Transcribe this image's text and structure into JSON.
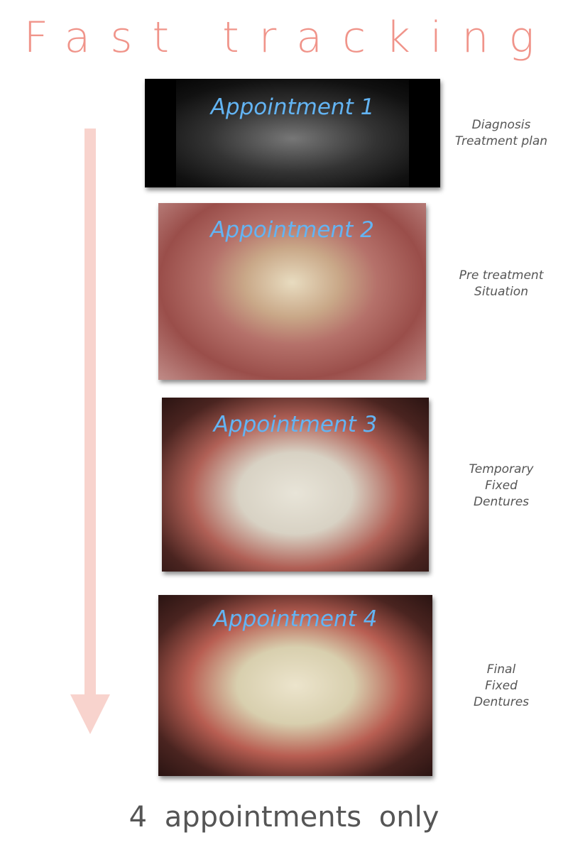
{
  "title": "Fast tracking",
  "colors": {
    "title": "#f0948a",
    "arrow": "#f8d3cd",
    "appointment_label": "#63b4f3",
    "text": "#555555"
  },
  "steps": [
    {
      "label": "Appointment 1",
      "description": [
        "Diagnosis",
        "Treatment plan"
      ]
    },
    {
      "label": "Appointment 2",
      "description": [
        "Pre treatment",
        "Situation"
      ]
    },
    {
      "label": "Appointment 3",
      "description": [
        "Temporary",
        "Fixed",
        "Dentures"
      ]
    },
    {
      "label": "Appointment 4",
      "description": [
        "Final",
        "Fixed",
        "Dentures"
      ]
    }
  ],
  "footer": "4 appointments only"
}
